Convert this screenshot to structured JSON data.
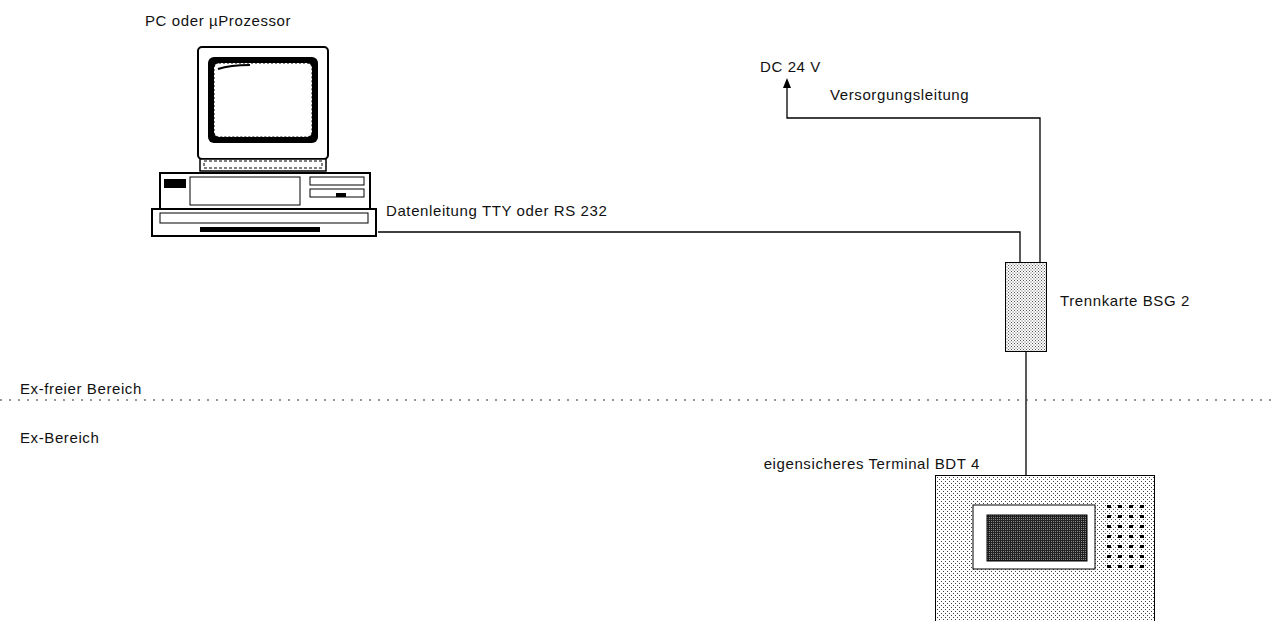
{
  "diagram": {
    "nodes": [
      {
        "text": [
          "PC oder µProzessor"
        ]
      },
      {
        "text": [
          "Trennkarte BSG 2"
        ]
      },
      {
        "text": [
          "eigensicheres Terminal BDT 4"
        ]
      }
    ],
    "edges": [
      {
        "from": 0,
        "to": 1,
        "arrow": "none",
        "label": "Datenleitung TTY oder RS 232"
      },
      {
        "from": 1,
        "to": 2,
        "arrow": "none"
      }
    ],
    "labels": [
      "DC 24 V",
      "Versorgungsleitung",
      "Ex-freier Bereich",
      "Ex-Bereich"
    ]
  }
}
